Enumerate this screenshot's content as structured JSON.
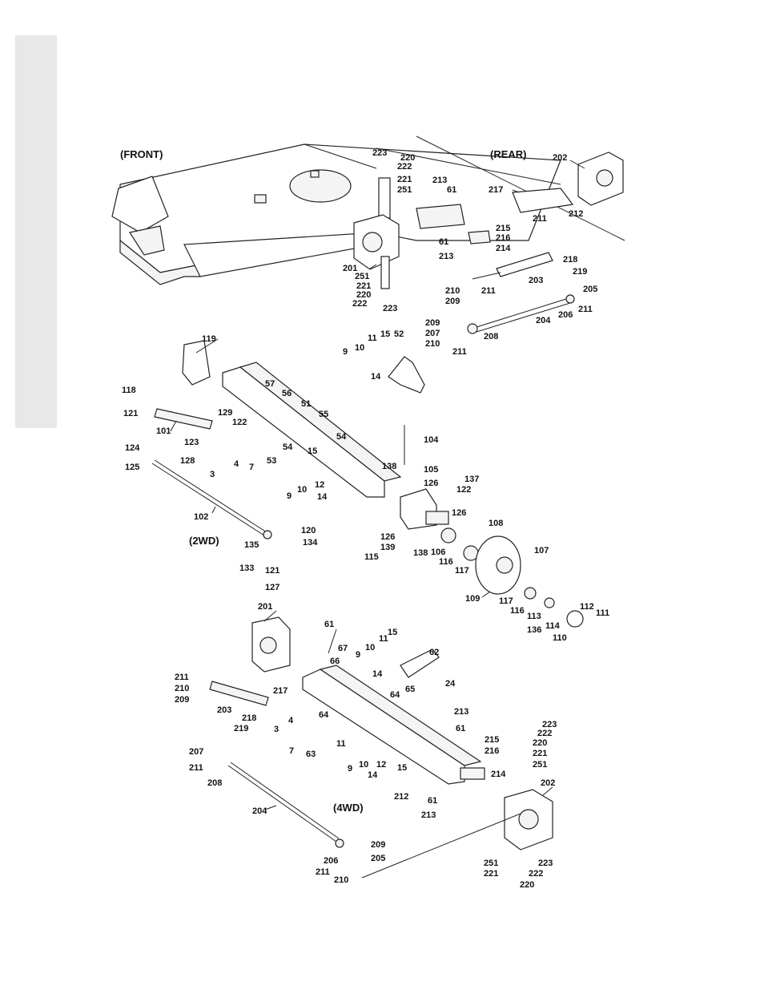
{
  "headings": {
    "front": "(FRONT)",
    "rear": "(REAR)",
    "two_wd": "(2WD)",
    "four_wd": "(4WD)"
  },
  "callouts": [
    {
      "id": "c1",
      "text": "223"
    },
    {
      "id": "c2",
      "text": "220"
    },
    {
      "id": "c3",
      "text": "222"
    },
    {
      "id": "c4",
      "text": "221"
    },
    {
      "id": "c5",
      "text": "251"
    },
    {
      "id": "c6",
      "text": "213"
    },
    {
      "id": "c7",
      "text": "61"
    },
    {
      "id": "c8",
      "text": "202"
    },
    {
      "id": "c9",
      "text": "217"
    },
    {
      "id": "c10",
      "text": "212"
    },
    {
      "id": "c11",
      "text": "211"
    },
    {
      "id": "c12",
      "text": "215"
    },
    {
      "id": "c13",
      "text": "216"
    },
    {
      "id": "c14",
      "text": "214"
    },
    {
      "id": "c15",
      "text": "61"
    },
    {
      "id": "c16",
      "text": "213"
    },
    {
      "id": "c17",
      "text": "201"
    },
    {
      "id": "c18",
      "text": "251"
    },
    {
      "id": "c19",
      "text": "221"
    },
    {
      "id": "c20",
      "text": "220"
    },
    {
      "id": "c21",
      "text": "222"
    },
    {
      "id": "c22",
      "text": "223"
    },
    {
      "id": "c23",
      "text": "218"
    },
    {
      "id": "c24",
      "text": "219"
    },
    {
      "id": "c25",
      "text": "203"
    },
    {
      "id": "c26",
      "text": "210"
    },
    {
      "id": "c27",
      "text": "211"
    },
    {
      "id": "c28",
      "text": "209"
    },
    {
      "id": "c29",
      "text": "205"
    },
    {
      "id": "c30",
      "text": "211"
    },
    {
      "id": "c31",
      "text": "206"
    },
    {
      "id": "c32",
      "text": "204"
    },
    {
      "id": "c33",
      "text": "209"
    },
    {
      "id": "c34",
      "text": "207"
    },
    {
      "id": "c35",
      "text": "208"
    },
    {
      "id": "c36",
      "text": "210"
    },
    {
      "id": "c37",
      "text": "211"
    },
    {
      "id": "c38",
      "text": "119"
    },
    {
      "id": "c39",
      "text": "11"
    },
    {
      "id": "c40",
      "text": "15"
    },
    {
      "id": "c41",
      "text": "52"
    },
    {
      "id": "c42",
      "text": "9"
    },
    {
      "id": "c43",
      "text": "10"
    },
    {
      "id": "c44",
      "text": "14"
    },
    {
      "id": "c45",
      "text": "118"
    },
    {
      "id": "c46",
      "text": "57"
    },
    {
      "id": "c47",
      "text": "56"
    },
    {
      "id": "c48",
      "text": "51"
    },
    {
      "id": "c49",
      "text": "121"
    },
    {
      "id": "c50",
      "text": "129"
    },
    {
      "id": "c51",
      "text": "55"
    },
    {
      "id": "c52",
      "text": "122"
    },
    {
      "id": "c53",
      "text": "101"
    },
    {
      "id": "c54",
      "text": "54"
    },
    {
      "id": "c55",
      "text": "123"
    },
    {
      "id": "c56",
      "text": "104"
    },
    {
      "id": "c57",
      "text": "128"
    },
    {
      "id": "c58",
      "text": "53"
    },
    {
      "id": "c59",
      "text": "54"
    },
    {
      "id": "c60",
      "text": "15"
    },
    {
      "id": "c61",
      "text": "124"
    },
    {
      "id": "c62",
      "text": "4"
    },
    {
      "id": "c63",
      "text": "7"
    },
    {
      "id": "c64",
      "text": "138"
    },
    {
      "id": "c65",
      "text": "105"
    },
    {
      "id": "c66",
      "text": "125"
    },
    {
      "id": "c67",
      "text": "3"
    },
    {
      "id": "c68",
      "text": "12"
    },
    {
      "id": "c69",
      "text": "126"
    },
    {
      "id": "c70",
      "text": "10"
    },
    {
      "id": "c71",
      "text": "137"
    },
    {
      "id": "c72",
      "text": "9"
    },
    {
      "id": "c73",
      "text": "14"
    },
    {
      "id": "c74",
      "text": "122"
    },
    {
      "id": "c75",
      "text": "102"
    },
    {
      "id": "c76",
      "text": "126"
    },
    {
      "id": "c77",
      "text": "108"
    },
    {
      "id": "c78",
      "text": "126"
    },
    {
      "id": "c79",
      "text": "120"
    },
    {
      "id": "c80",
      "text": "135"
    },
    {
      "id": "c81",
      "text": "134"
    },
    {
      "id": "c82",
      "text": "139"
    },
    {
      "id": "c83",
      "text": "138"
    },
    {
      "id": "c84",
      "text": "107"
    },
    {
      "id": "c85",
      "text": "115"
    },
    {
      "id": "c86",
      "text": "106"
    },
    {
      "id": "c87",
      "text": "116"
    },
    {
      "id": "c88",
      "text": "117"
    },
    {
      "id": "c89",
      "text": "133"
    },
    {
      "id": "c90",
      "text": "121"
    },
    {
      "id": "c91",
      "text": "127"
    },
    {
      "id": "c92",
      "text": "109"
    },
    {
      "id": "c93",
      "text": "117"
    },
    {
      "id": "c94",
      "text": "112"
    },
    {
      "id": "c95",
      "text": "111"
    },
    {
      "id": "c96",
      "text": "116"
    },
    {
      "id": "c97",
      "text": "113"
    },
    {
      "id": "c98",
      "text": "136"
    },
    {
      "id": "c99",
      "text": "114"
    },
    {
      "id": "c100",
      "text": "110"
    },
    {
      "id": "c101",
      "text": "201"
    },
    {
      "id": "c102",
      "text": "61"
    },
    {
      "id": "c103",
      "text": "15"
    },
    {
      "id": "c104",
      "text": "11"
    },
    {
      "id": "c105",
      "text": "10"
    },
    {
      "id": "c106",
      "text": "62"
    },
    {
      "id": "c107",
      "text": "9"
    },
    {
      "id": "c108",
      "text": "67"
    },
    {
      "id": "c109",
      "text": "66"
    },
    {
      "id": "c110",
      "text": "14"
    },
    {
      "id": "c111",
      "text": "211"
    },
    {
      "id": "c112",
      "text": "24"
    },
    {
      "id": "c113",
      "text": "210"
    },
    {
      "id": "c114",
      "text": "217"
    },
    {
      "id": "c115",
      "text": "209"
    },
    {
      "id": "c116",
      "text": "64"
    },
    {
      "id": "c117",
      "text": "65"
    },
    {
      "id": "c118",
      "text": "203"
    },
    {
      "id": "c119",
      "text": "213"
    },
    {
      "id": "c120",
      "text": "218"
    },
    {
      "id": "c121",
      "text": "219"
    },
    {
      "id": "c122",
      "text": "4"
    },
    {
      "id": "c123",
      "text": "64"
    },
    {
      "id": "c124",
      "text": "61"
    },
    {
      "id": "c125",
      "text": "3"
    },
    {
      "id": "c126",
      "text": "11"
    },
    {
      "id": "c127",
      "text": "215"
    },
    {
      "id": "c128",
      "text": "223"
    },
    {
      "id": "c129",
      "text": "222"
    },
    {
      "id": "c130",
      "text": "220"
    },
    {
      "id": "c131",
      "text": "7"
    },
    {
      "id": "c132",
      "text": "63"
    },
    {
      "id": "c133",
      "text": "216"
    },
    {
      "id": "c134",
      "text": "221"
    },
    {
      "id": "c135",
      "text": "207"
    },
    {
      "id": "c136",
      "text": "12"
    },
    {
      "id": "c137",
      "text": "10"
    },
    {
      "id": "c138",
      "text": "251"
    },
    {
      "id": "c139",
      "text": "211"
    },
    {
      "id": "c140",
      "text": "9"
    },
    {
      "id": "c141",
      "text": "14"
    },
    {
      "id": "c142",
      "text": "15"
    },
    {
      "id": "c143",
      "text": "214"
    },
    {
      "id": "c144",
      "text": "208"
    },
    {
      "id": "c145",
      "text": "202"
    },
    {
      "id": "c146",
      "text": "212"
    },
    {
      "id": "c147",
      "text": "61"
    },
    {
      "id": "c148",
      "text": "204"
    },
    {
      "id": "c149",
      "text": "213"
    },
    {
      "id": "c150",
      "text": "209"
    },
    {
      "id": "c151",
      "text": "206"
    },
    {
      "id": "c152",
      "text": "205"
    },
    {
      "id": "c153",
      "text": "251"
    },
    {
      "id": "c154",
      "text": "223"
    },
    {
      "id": "c155",
      "text": "211"
    },
    {
      "id": "c156",
      "text": "221"
    },
    {
      "id": "c157",
      "text": "222"
    },
    {
      "id": "c158",
      "text": "210"
    },
    {
      "id": "c159",
      "text": "220"
    }
  ]
}
